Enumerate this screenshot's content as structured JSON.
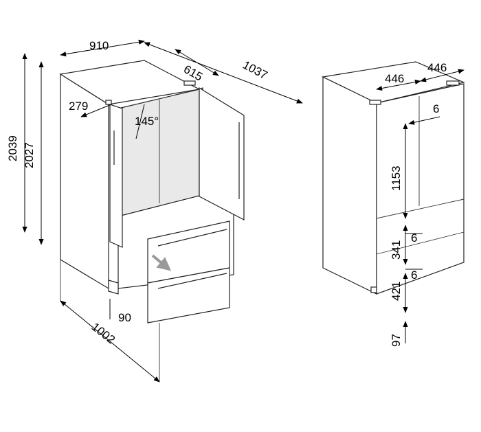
{
  "dimensions": {
    "width": "910",
    "depth_door": "615",
    "depth_open": "1037",
    "door_side": "279",
    "door_angle": "145°",
    "height_total": "2039",
    "height_body": "2027",
    "handle_clearance": "90",
    "depth_drawer": "1002",
    "door_width_left": "446",
    "door_width_right": "446",
    "gap_top": "6",
    "upper_height": "1153",
    "gap_1": "6",
    "drawer_upper": "341",
    "gap_2": "6",
    "drawer_lower": "421",
    "plinth": "97"
  },
  "colors": {
    "line": "#222222",
    "arrow": "#9a9a9a"
  }
}
